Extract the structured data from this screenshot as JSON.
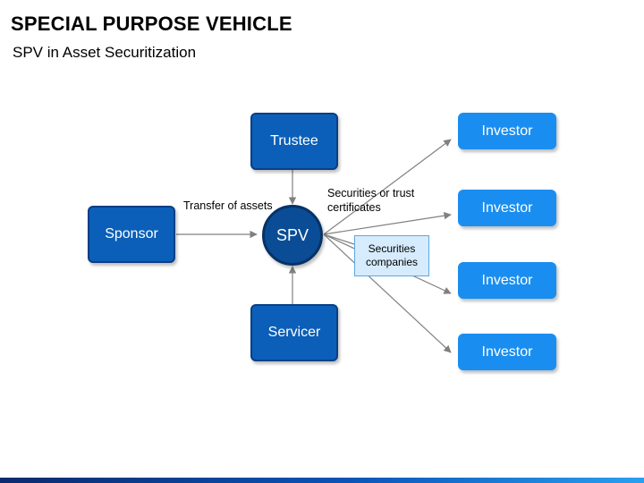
{
  "title": "SPECIAL PURPOSE VEHICLE",
  "subtitle": "SPV in Asset Securitization",
  "nodes": {
    "trustee": "Trustee",
    "sponsor": "Sponsor",
    "spv": "SPV",
    "servicer": "Servicer",
    "investors": [
      "Investor",
      "Investor",
      "Investor",
      "Investor"
    ],
    "securities_companies": "Securities companies"
  },
  "labels": {
    "transfer_of_assets": "Transfer of assets",
    "securities_or_trust_certificates": "Securities or trust certificates"
  },
  "colors": {
    "dark_box": "#0b5fb8",
    "light_box": "#1a8ef0",
    "spv_circle": "#0a4d96",
    "securities_box": "#d6ebfc",
    "arrow": "#808080"
  }
}
